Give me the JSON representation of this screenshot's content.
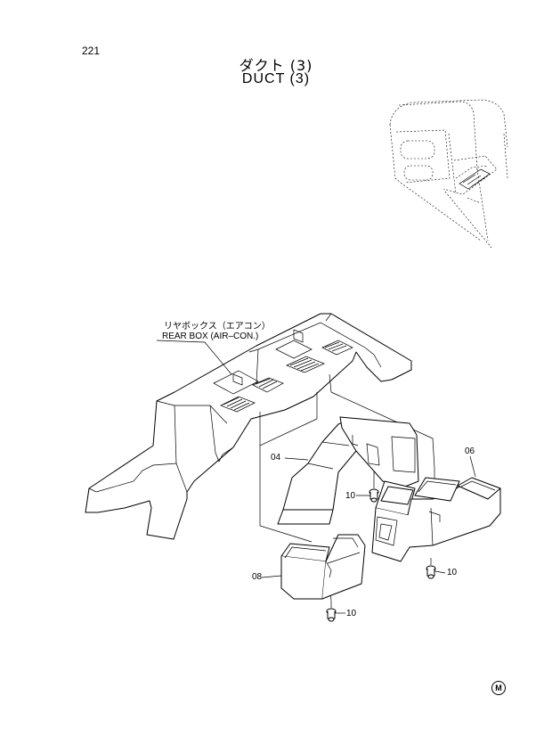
{
  "page": {
    "number": "221",
    "title_jp": "ダクト (3)",
    "title_en": "DUCT  (3)"
  },
  "callouts": {
    "rear_box_jp": "リヤボックス（エアコン）",
    "rear_box_en": "REAR BOX (AIR–CON.)"
  },
  "parts": {
    "p04": "04",
    "p06": "06",
    "p08": "08",
    "p10_a": "10",
    "p10_b": "10",
    "p10_c": "10"
  },
  "footer": {
    "mark": "M"
  }
}
